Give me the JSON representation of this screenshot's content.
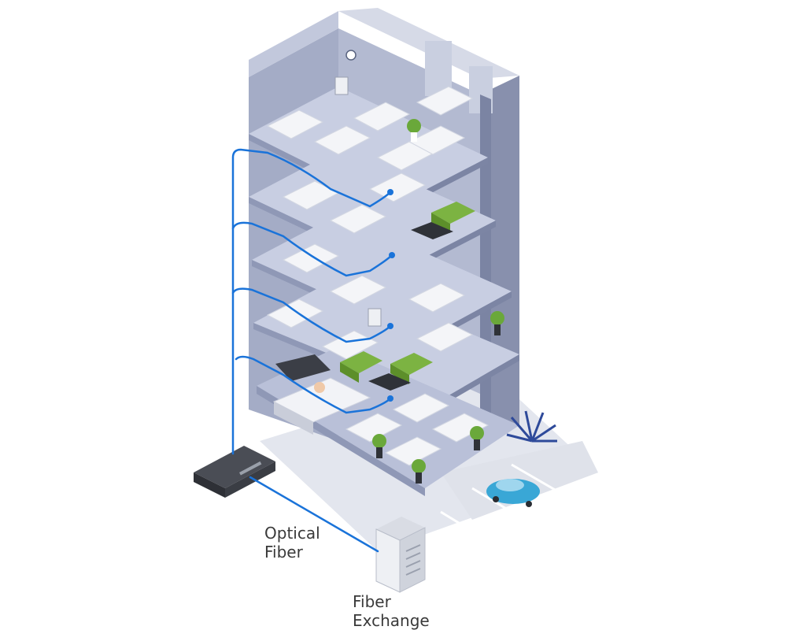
{
  "labels": {
    "optical_fiber": [
      "Optical",
      "Fiber"
    ],
    "fiber_exchange": [
      "Fiber",
      "Exchange"
    ]
  },
  "colors": {
    "fiber_line": "#1a73d9",
    "wall_front": "#a9b1c9",
    "wall_side": "#8e97b3",
    "wall_dark": "#6f7898",
    "floor": "#c5cbe0",
    "floor_edge": "#9aa3c0",
    "furniture": "#f4f5f8",
    "furniture_shade": "#d9dce6",
    "plant_green": "#6aa83a",
    "sofa_green": "#7cb342",
    "switch_body": "#3a3d44",
    "ground": "#e1e4ec",
    "car": "#39a7d6",
    "server": "#eef0f4"
  },
  "icons": [
    "network-switch-icon",
    "server-cabinet-icon",
    "car-icon",
    "plant-icon",
    "clock-icon",
    "printer-icon",
    "sofa-icon"
  ]
}
